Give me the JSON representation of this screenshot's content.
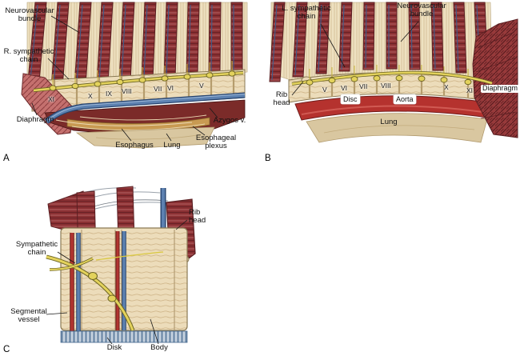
{
  "panels": {
    "a": {
      "letter": "A",
      "labels": {
        "neurovascular_bundle": "Neurovascular\nbundle",
        "r_sympathetic_chain": "R. sympathetic\nchain",
        "diaphragm": "Diaphragm",
        "esophagus": "Esophagus",
        "lung": "Lung",
        "esophageal_plexus": "Esophageal\nplexus",
        "azygos_v": "Azygos v."
      },
      "numerals": [
        "XI",
        "X",
        "IX",
        "VIII",
        "VII",
        "VI",
        "V"
      ]
    },
    "b": {
      "letter": "B",
      "labels": {
        "l_sympathetic_chain": "L. sympathetic\nchain",
        "neurovascular_bundle": "Neurovascular\nbundle",
        "rib_head": "Rib\nhead",
        "disc": "Disc",
        "aorta": "Aorta",
        "lung": "Lung",
        "diaphragm": "Diaphragm"
      },
      "numerals": [
        "V",
        "VI",
        "VII",
        "VIII",
        "X",
        "XI"
      ]
    },
    "c": {
      "letter": "C",
      "labels": {
        "rib_head": "Rib\nhead",
        "sympathetic_chain": "Sympathetic\nchain",
        "segmental_vessel": "Segmental\nvessel",
        "disk": "Disk",
        "body": "Body"
      }
    }
  },
  "colors": {
    "rib_muscle": "#8a3033",
    "bone": "#ecdcba",
    "nerve_yellow": "#e3d25c",
    "vein_blue": "#5d81b0",
    "artery_red": "#b5322e",
    "lung_tan": "#d9c7a0",
    "diaphragm_pink": "#c4706e",
    "dark_mediastinum": "#7b2b29"
  }
}
